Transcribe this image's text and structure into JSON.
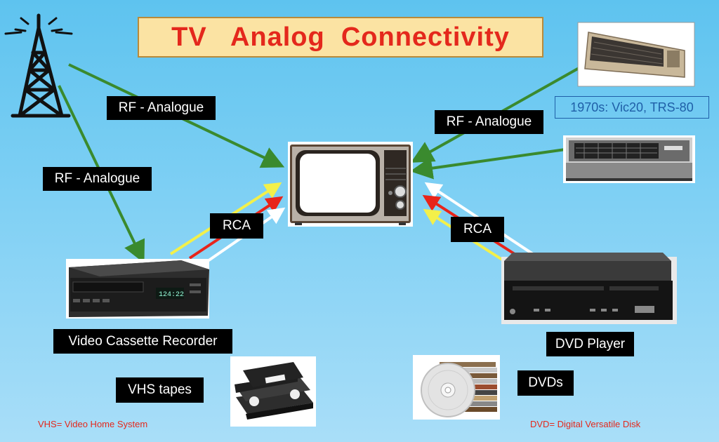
{
  "title": "TV   Analog  Connectivity",
  "labels": {
    "rf_left_top": "RF - Analogue",
    "rf_left_mid": "RF - Analogue",
    "rf_right": "RF - Analogue",
    "rca_left": "RCA",
    "rca_right": "RCA",
    "vcr": "Video Cassette Recorder",
    "dvd_player": "DVD Player",
    "vhs_tapes": "VHS tapes",
    "dvds": "DVDs"
  },
  "note": "1970s: Vic20, TRS-80",
  "footnotes": {
    "vhs": "VHS= Video Home System",
    "dvd": "DVD=  Digital Versatile Disk"
  },
  "colors": {
    "rf_arrow": "#3a8a2e",
    "rca_yellow": "#f3f04a",
    "rca_red": "#e8241a",
    "rca_white": "#ffffff",
    "title_text": "#e4281c",
    "title_bg": "#fbe3a3"
  },
  "icons": [
    "antenna-tower-icon",
    "television-icon",
    "computer-keyboard-icon",
    "vcr-icon",
    "dvd-player-icon",
    "vhs-tapes-icon",
    "dvd-discs-icon"
  ]
}
